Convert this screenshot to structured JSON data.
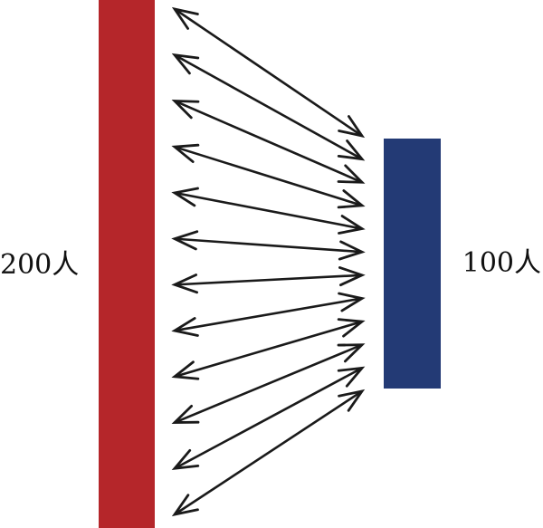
{
  "left_group": {
    "label": "200人",
    "color": "#b5262a"
  },
  "right_group": {
    "label": "100人",
    "color": "#233a75"
  },
  "connections": {
    "count": 12,
    "color": "#1a1a1a",
    "style": "double-headed-arrow"
  }
}
